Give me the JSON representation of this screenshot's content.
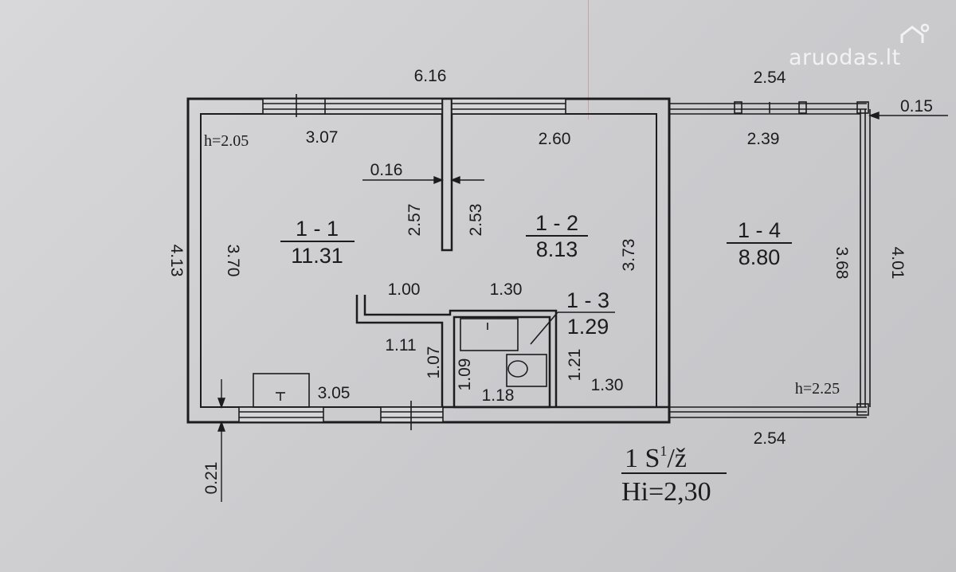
{
  "watermark": {
    "text": "aruodas.lt"
  },
  "colors": {
    "ink": "#1c1c1e",
    "paper": "#cfcfd1"
  },
  "rooms": [
    {
      "id": "1 - 1",
      "area": "11.31"
    },
    {
      "id": "1 - 2",
      "area": "8.13"
    },
    {
      "id": "1 - 3",
      "area": "1.29"
    },
    {
      "id": "1 - 4",
      "area": "8.80"
    }
  ],
  "dimensions": {
    "overall_top_left": "6.16",
    "overall_top_right": "2.54",
    "wall_0_15": "0.15",
    "room11_width": "3.07",
    "room11_height_left": "3.70",
    "room11_ceiling": "h=2.05",
    "partition": "0.16",
    "partition_left": "2.57",
    "partition_right": "2.53",
    "room12_width": "2.60",
    "room12_height": "3.73",
    "room14_width": "2.39",
    "room14_height": "3.68",
    "room14_outer": "4.01",
    "room14_ceiling": "h=2.25",
    "overall_left": "4.13",
    "corridor_1_00": "1.00",
    "corridor_1_30": "1.30",
    "corridor_1_11": "1.11",
    "corridor_1_07": "1.07",
    "bath_1_09": "1.09",
    "bath_1_18": "1.18",
    "bath_1_21": "1.21",
    "bath_1_30": "1.30",
    "room11_bottom": "3.05",
    "bottom_right": "2.54",
    "wall_0_21": "0.21"
  },
  "title": {
    "line1": "1 S",
    "line1_sup": "1",
    "line1_suffix": "/ž",
    "line2": "Hi=2,30"
  }
}
